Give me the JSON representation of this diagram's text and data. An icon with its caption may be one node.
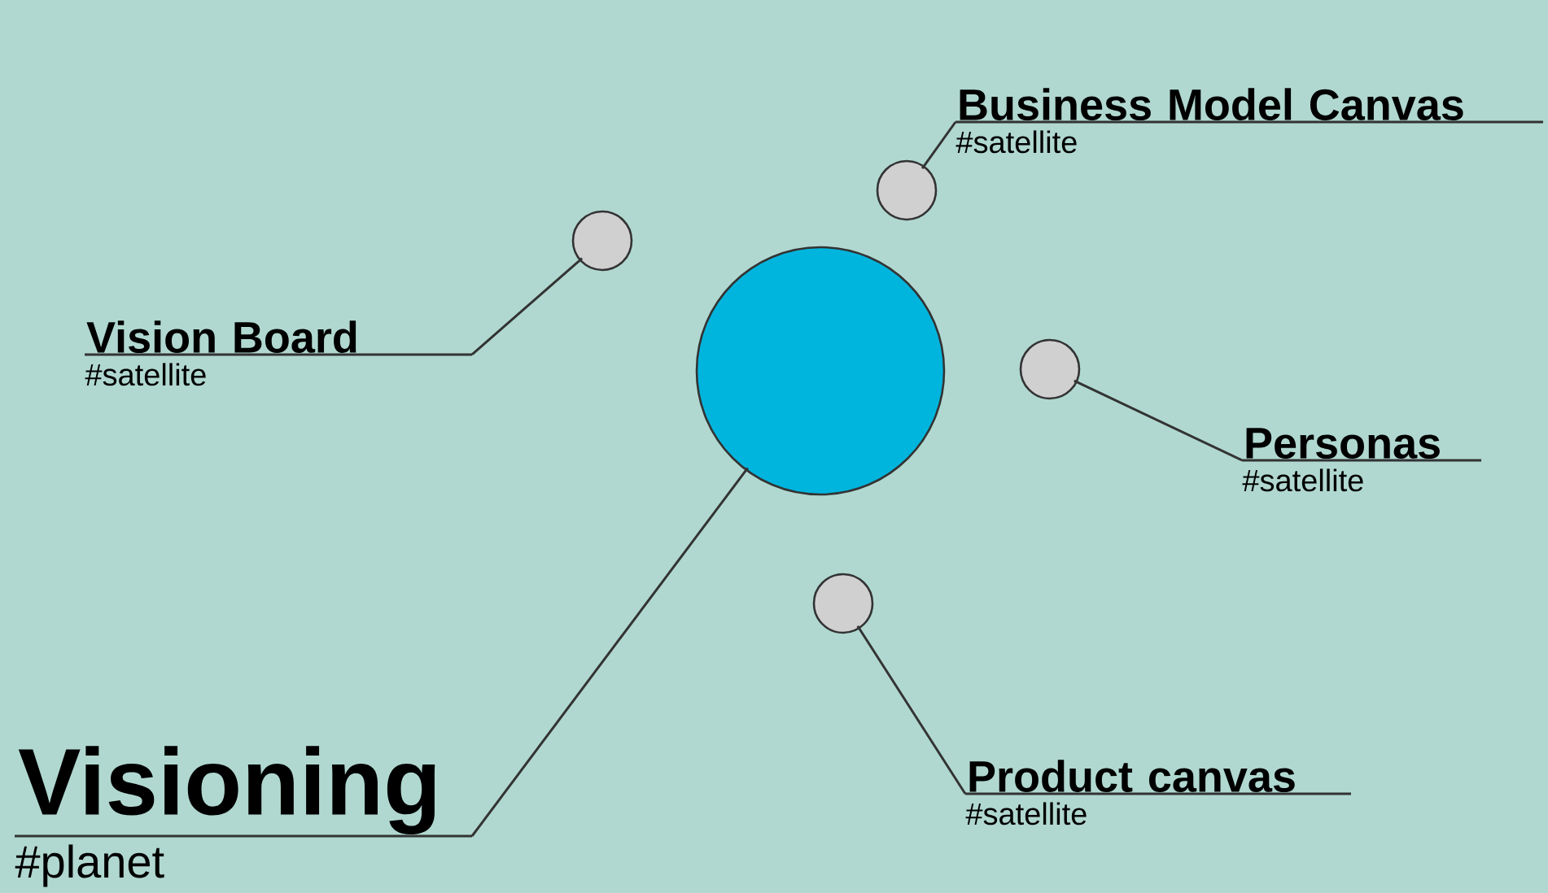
{
  "diagram": {
    "nodes": [
      {
        "text": [
          "Business Model Canvas",
          "#satellite"
        ]
      },
      {
        "text": [],
        "shape": "circle"
      },
      {
        "text": [],
        "shape": "circle"
      },
      {
        "text": [
          "Vision Board",
          "#satellite"
        ]
      },
      {
        "text": [],
        "shape": "circle"
      },
      {
        "text": [],
        "shape": "circle"
      },
      {
        "text": [
          "Personas",
          "#satellite"
        ]
      },
      {
        "text": [],
        "shape": "circle"
      },
      {
        "text": [
          "Product canvas",
          "#satellite"
        ]
      },
      {
        "text": [
          "Visioning",
          "#planet"
        ]
      }
    ],
    "edges": [
      {
        "from": 0,
        "to": 1,
        "arrow": "none"
      },
      {
        "from": 3,
        "to": 2,
        "arrow": "none"
      },
      {
        "from": 6,
        "to": 5,
        "arrow": "none"
      },
      {
        "from": 8,
        "to": 7,
        "arrow": "none"
      },
      {
        "from": 9,
        "to": 4,
        "arrow": "none"
      }
    ]
  }
}
